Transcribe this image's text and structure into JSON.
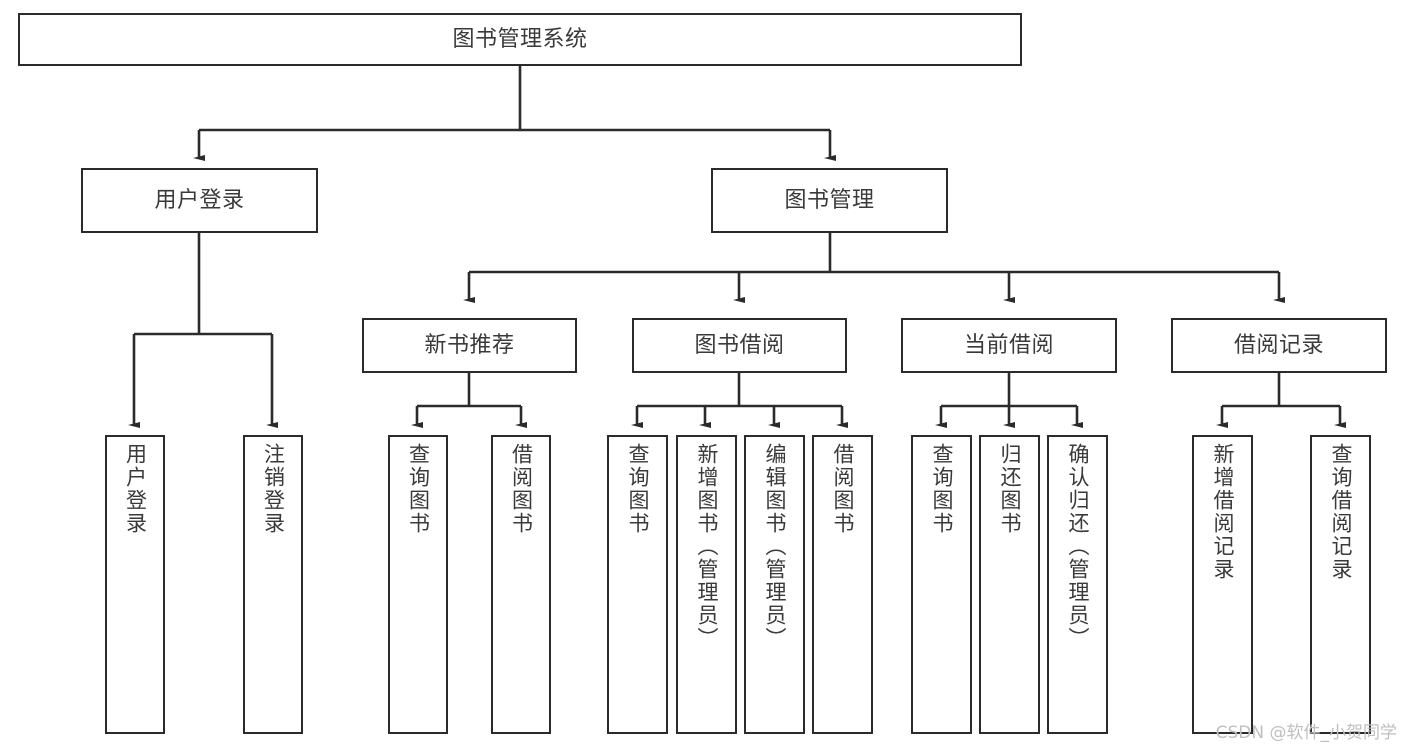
{
  "diagram": {
    "title": "图书管理系统",
    "type": "tree-hierarchy-diagram",
    "root": {
      "label": "图书管理系统"
    },
    "level2": [
      {
        "label": "用户登录"
      },
      {
        "label": "图书管理"
      }
    ],
    "level3": [
      {
        "label": "新书推荐"
      },
      {
        "label": "图书借阅"
      },
      {
        "label": "当前借阅"
      },
      {
        "label": "借阅记录"
      }
    ],
    "leaves": {
      "user_login": [
        {
          "label": "用户登录"
        },
        {
          "label": "注销登录"
        }
      ],
      "new_book_recommend": [
        {
          "label": "查询图书"
        },
        {
          "label": "借阅图书"
        }
      ],
      "book_borrow": [
        {
          "label": "查询图书"
        },
        {
          "label": "新增图书（管理员）"
        },
        {
          "label": "编辑图书（管理员）"
        },
        {
          "label": "借阅图书"
        }
      ],
      "current_borrow": [
        {
          "label": "查询图书"
        },
        {
          "label": "归还图书"
        },
        {
          "label": "确认归还（管理员）"
        }
      ],
      "borrow_record": [
        {
          "label": "新增借阅记录"
        },
        {
          "label": "查询借阅记录"
        }
      ]
    }
  },
  "watermark": {
    "text": "CSDN @软件_小贺同学"
  },
  "colors": {
    "stroke": "#2b2b2b",
    "text": "#3a3a3a",
    "background": "#ffffff",
    "watermark": "#bfbfbf"
  }
}
